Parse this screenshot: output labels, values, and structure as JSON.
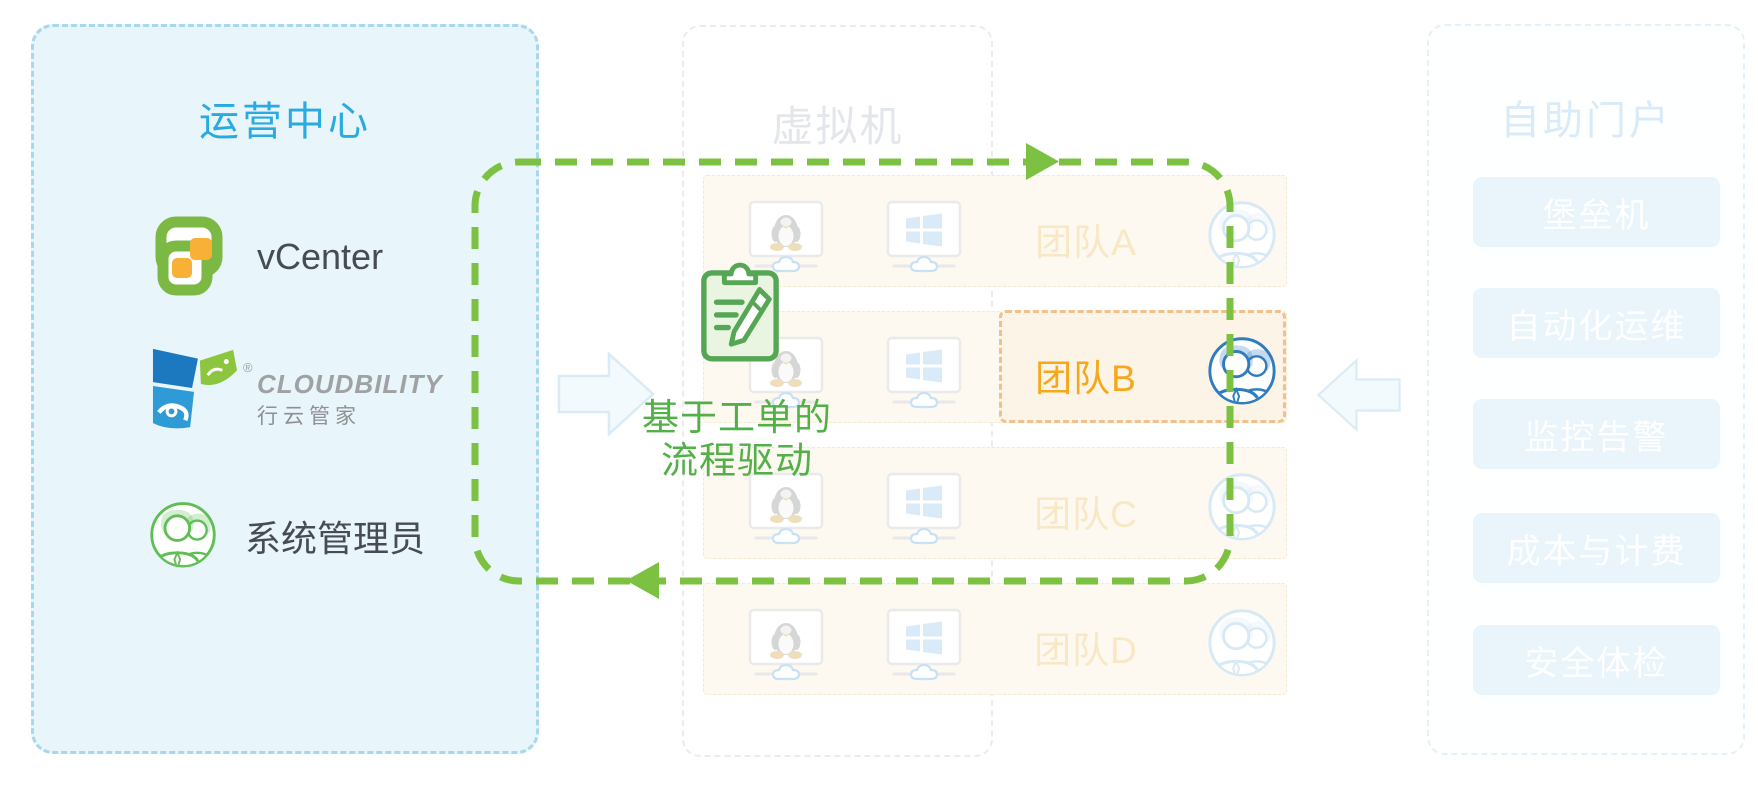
{
  "left_panel": {
    "title": "运营中心",
    "vcenter_label": "vCenter",
    "cloudbility_brand": "CLOUDBILITY",
    "cloudbility_cn": "行云管家",
    "registered_mark": "®",
    "sysadmin_label": "系统管理员"
  },
  "mid_panel": {
    "title": "虚拟机"
  },
  "rows": [
    {
      "label": "团队A",
      "state": "faded"
    },
    {
      "label": "团队B",
      "state": "highlighted"
    },
    {
      "label": "团队C",
      "state": "faded"
    },
    {
      "label": "团队D",
      "state": "faded"
    }
  ],
  "process": {
    "line1": "基于工单的",
    "line2": "流程驱动"
  },
  "right_panel": {
    "title": "自助门户",
    "buttons": [
      "堡垒机",
      "自动化运维",
      "监控告警",
      "成本与计费",
      "安全体检"
    ]
  },
  "colors": {
    "loop_green": "#7CC142",
    "process_green": "#53AF47",
    "title_cyan": "#29ABE2",
    "team_b_text": "#F6A81C",
    "team_b_border": "#F2C08C",
    "left_panel_fill": "#E8F5FB",
    "portal_button_fill": "#E9F4FB",
    "faded_label": "#F8E8C5"
  }
}
